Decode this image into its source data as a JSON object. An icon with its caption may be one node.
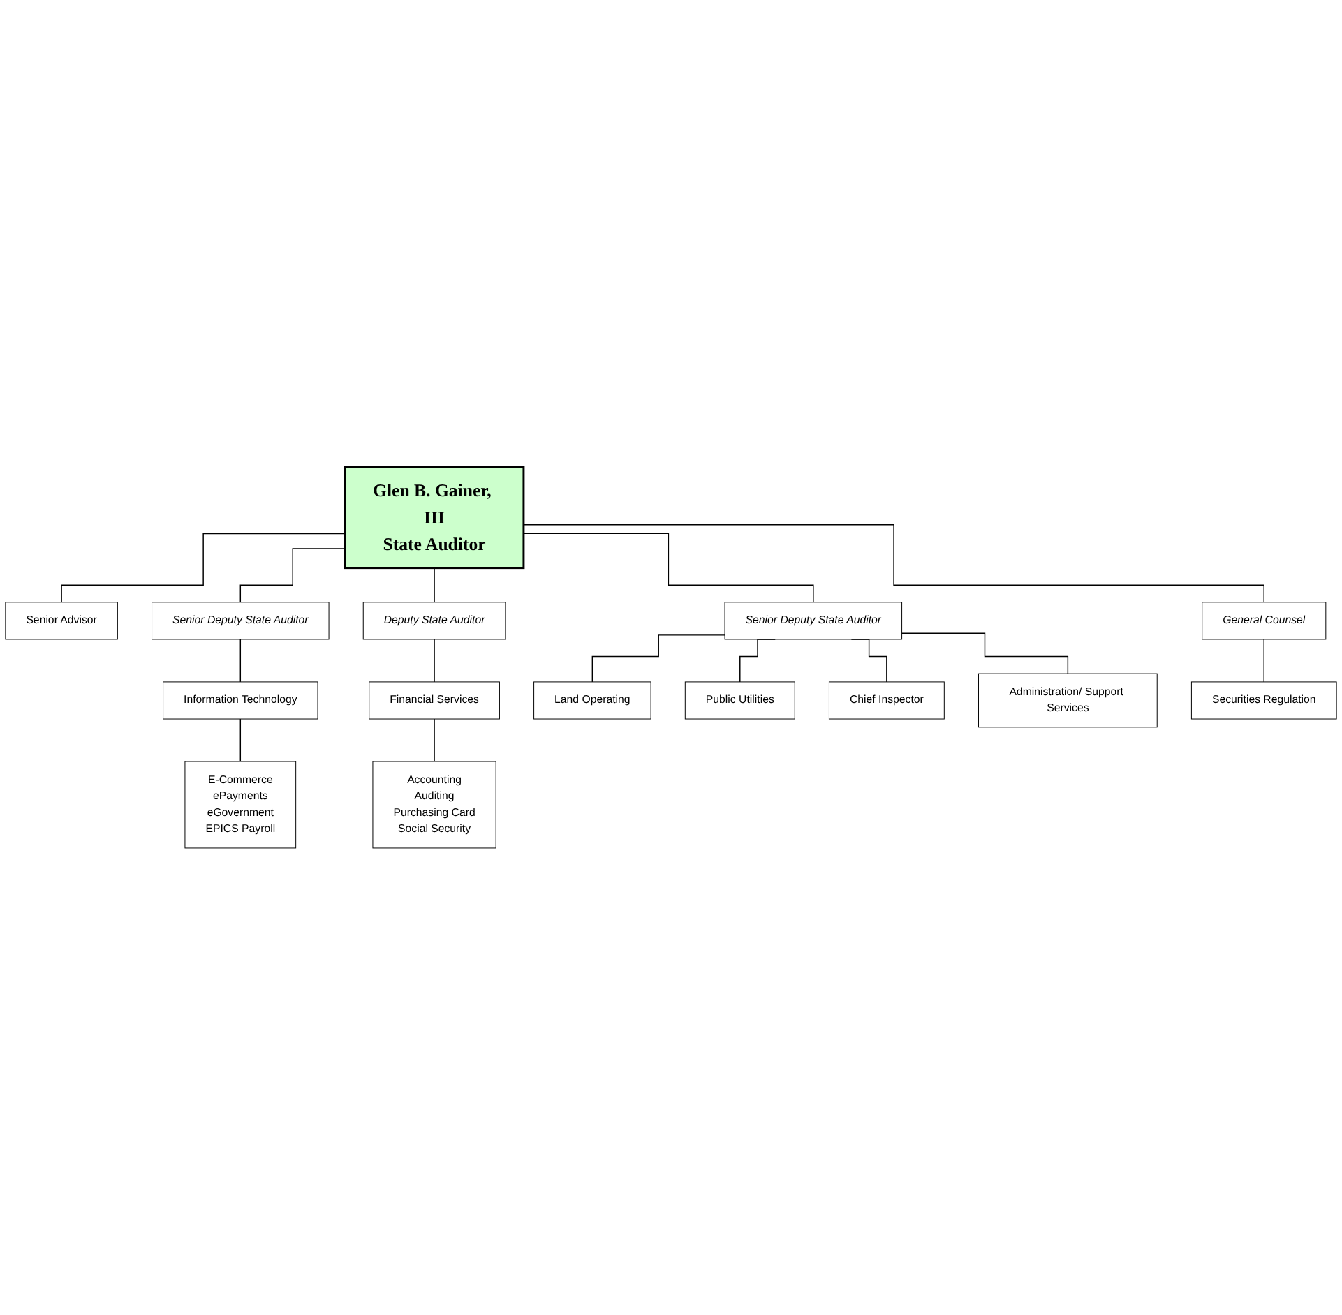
{
  "diagram": {
    "nodes": [
      {
        "text": [
          "Glen B. Gainer, III",
          "State Auditor"
        ]
      },
      {
        "text": [
          "Senior Advisor"
        ]
      },
      {
        "text": [
          "Senior Deputy State Auditor"
        ]
      },
      {
        "text": [
          "Deputy State Auditor"
        ]
      },
      {
        "text": [
          "Senior Deputy State Auditor"
        ]
      },
      {
        "text": [
          "General Counsel"
        ]
      },
      {
        "text": [
          "Information Technology"
        ]
      },
      {
        "text": [
          "Financial Services"
        ]
      },
      {
        "text": [
          "Land Operating"
        ]
      },
      {
        "text": [
          "Public Utilities"
        ]
      },
      {
        "text": [
          "Chief Inspector"
        ]
      },
      {
        "text": [
          "Administration/ Support Services"
        ]
      },
      {
        "text": [
          "Securities Regulation"
        ]
      },
      {
        "text": [
          "E-Commerce",
          "ePayments",
          "eGovernment",
          "EPICS Payroll"
        ]
      },
      {
        "text": [
          "Accounting",
          "Auditing",
          "Purchasing Card",
          "Social Security"
        ]
      }
    ],
    "edges": [
      {
        "from": 0,
        "to": 1,
        "arrow": "none"
      },
      {
        "from": 0,
        "to": 2,
        "arrow": "none"
      },
      {
        "from": 0,
        "to": 3,
        "arrow": "none"
      },
      {
        "from": 0,
        "to": 4,
        "arrow": "none"
      },
      {
        "from": 0,
        "to": 5,
        "arrow": "none"
      },
      {
        "from": 2,
        "to": 6,
        "arrow": "none"
      },
      {
        "from": 6,
        "to": 13,
        "arrow": "none"
      },
      {
        "from": 3,
        "to": 7,
        "arrow": "none"
      },
      {
        "from": 7,
        "to": 14,
        "arrow": "none"
      },
      {
        "from": 4,
        "to": 8,
        "arrow": "none"
      },
      {
        "from": 4,
        "to": 9,
        "arrow": "none"
      },
      {
        "from": 4,
        "to": 10,
        "arrow": "none"
      },
      {
        "from": 4,
        "to": 11,
        "arrow": "none"
      },
      {
        "from": 5,
        "to": 12,
        "arrow": "none"
      }
    ]
  }
}
